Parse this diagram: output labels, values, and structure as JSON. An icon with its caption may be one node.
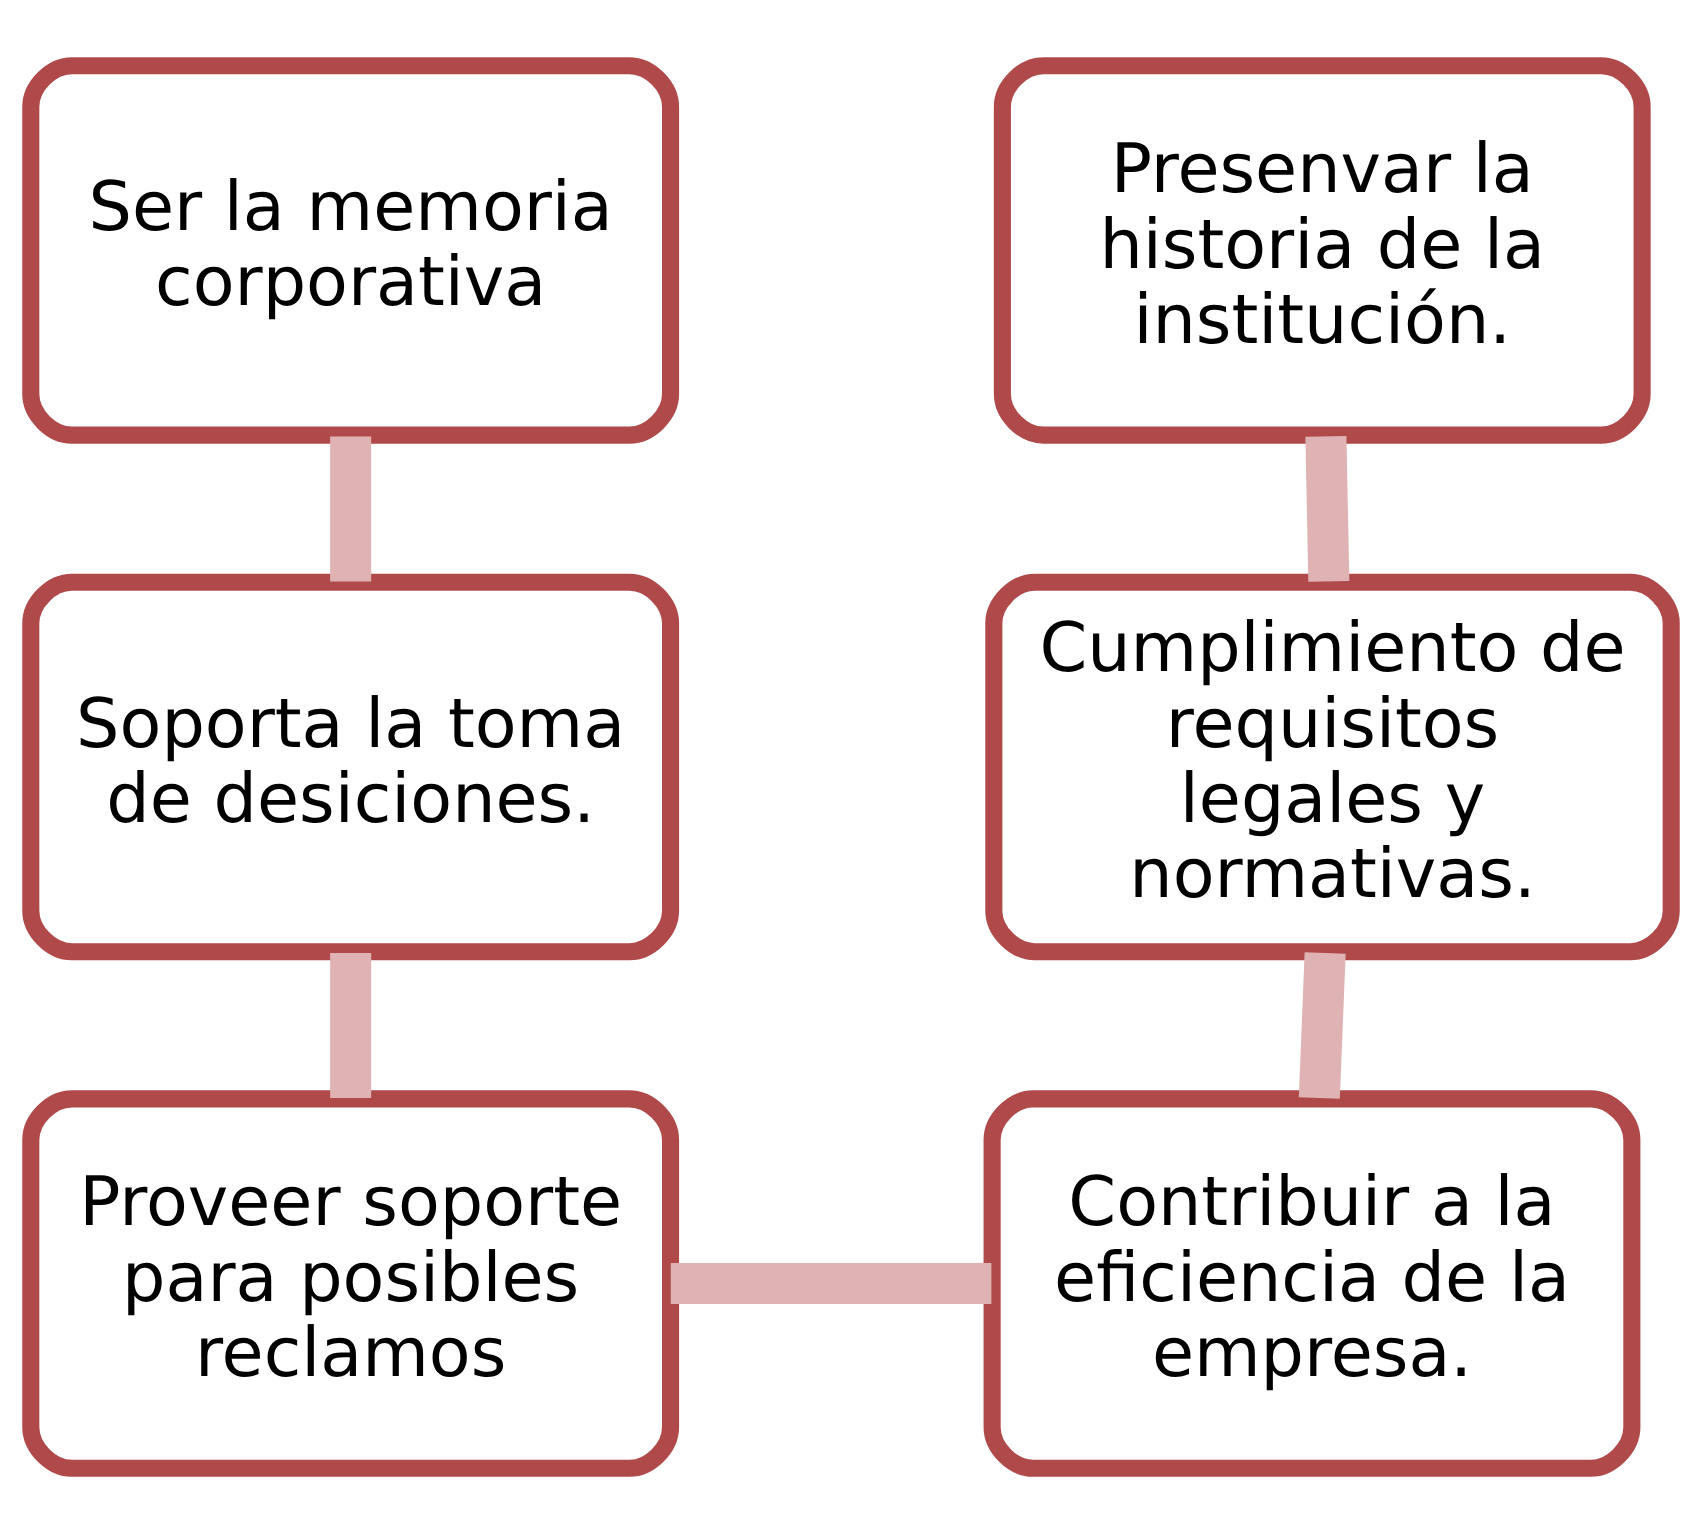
{
  "diagram": {
    "nodes": [
      {
        "text": [
          "Ser la memoria corporativa"
        ]
      },
      {
        "text": [
          "Presenvar la historia de la institución."
        ]
      },
      {
        "text": [
          "Soporta la toma de desiciones."
        ]
      },
      {
        "text": [
          "Cumplimiento de requisitos legales y normativas."
        ]
      },
      {
        "text": [
          "Proveer soporte para posibles reclamos"
        ]
      },
      {
        "text": [
          "Contribuir a la eficiencia de la empresa."
        ]
      }
    ],
    "edges": [
      {
        "from": 0,
        "to": 2,
        "arrow": "none"
      },
      {
        "from": 2,
        "to": 4,
        "arrow": "none"
      },
      {
        "from": 4,
        "to": 5,
        "arrow": "none"
      },
      {
        "from": 5,
        "to": 3,
        "arrow": "none"
      },
      {
        "from": 3,
        "to": 1,
        "arrow": "none"
      }
    ]
  }
}
